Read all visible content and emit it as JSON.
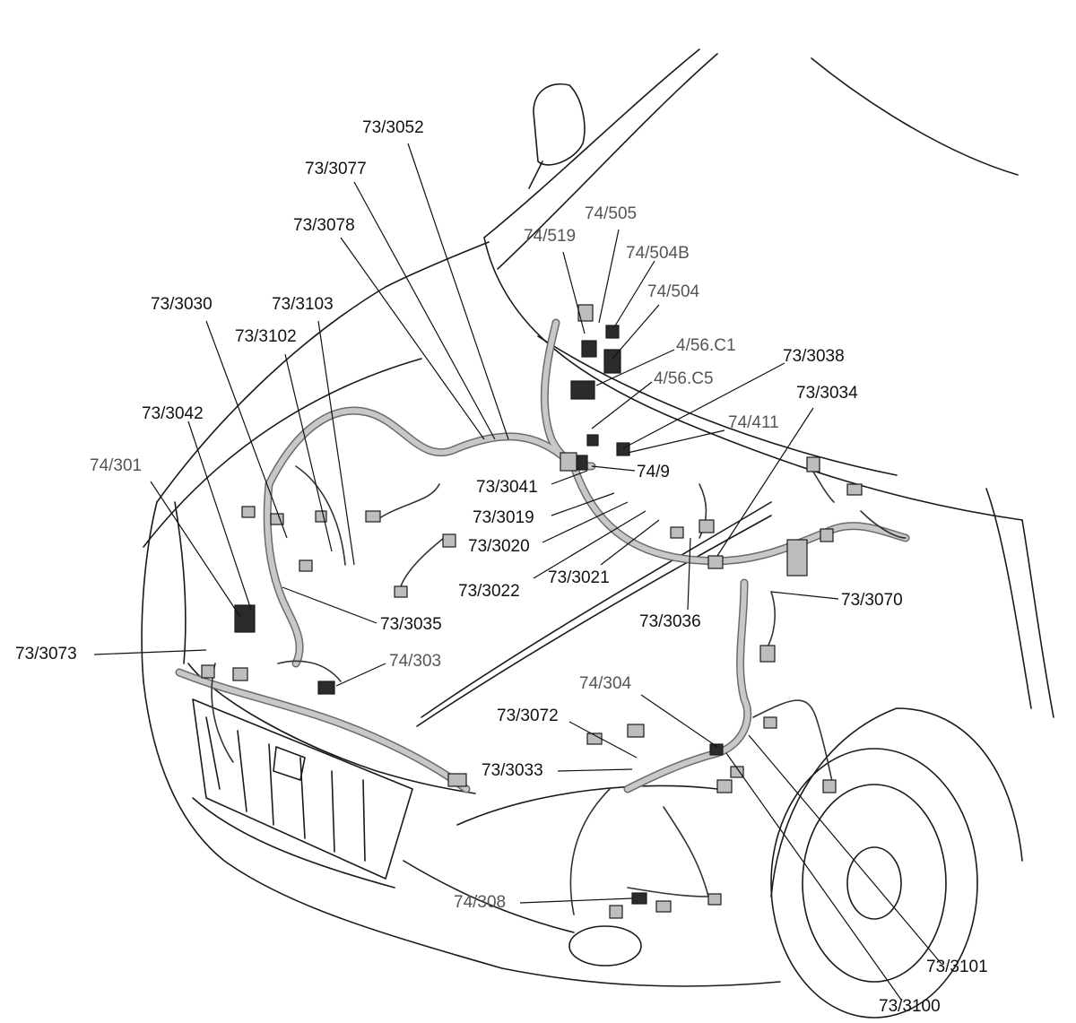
{
  "colors": {
    "outline": "#1a1a1a",
    "harness_fill": "#c8c8c8",
    "harness_edge": "#6b6b6b",
    "connector_dark": "#2b2b2b",
    "connector_light": "#bdbdbd",
    "leader": "#111111"
  },
  "callouts": {
    "c_73_3052": "73/3052",
    "c_73_3077": "73/3077",
    "c_73_3078": "73/3078",
    "c_74_505": "74/505",
    "c_74_519": "74/519",
    "c_74_504b": "74/504B",
    "c_74_504": "74/504",
    "c_73_3030": "73/3030",
    "c_73_3103": "73/3103",
    "c_73_3102": "73/3102",
    "c_4_56_c1": "4/56.C1",
    "c_4_56_c5": "4/56.C5",
    "c_73_3038": "73/3038",
    "c_73_3034": "73/3034",
    "c_73_3042": "73/3042",
    "c_74_411": "74/411",
    "c_74_301": "74/301",
    "c_74_9": "74/9",
    "c_73_3041": "73/3041",
    "c_73_3019": "73/3019",
    "c_73_3020": "73/3020",
    "c_73_3021": "73/3021",
    "c_73_3022": "73/3022",
    "c_73_3070": "73/3070",
    "c_73_3036": "73/3036",
    "c_73_3035": "73/3035",
    "c_73_3073": "73/3073",
    "c_74_303": "74/303",
    "c_74_304": "74/304",
    "c_73_3072": "73/3072",
    "c_73_3033": "73/3033",
    "c_74_308": "74/308",
    "c_73_3101": "73/3101",
    "c_73_3100": "73/3100"
  }
}
